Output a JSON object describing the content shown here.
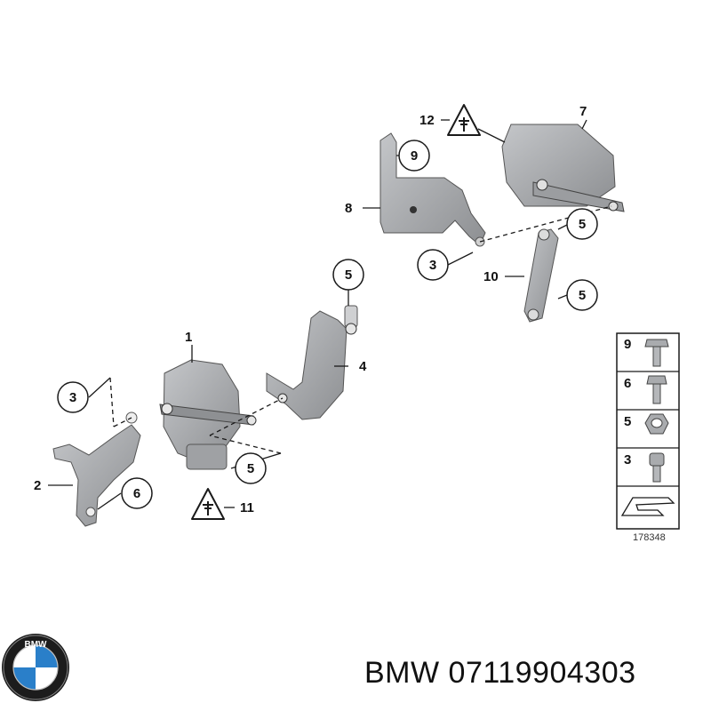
{
  "callouts": {
    "c1": "1",
    "c2": "2",
    "c3a": "3",
    "c3b": "3",
    "c4": "4",
    "c5a": "5",
    "c5b": "5",
    "c5c": "5",
    "c5d": "5",
    "c6": "6",
    "c7": "7",
    "c8": "8",
    "c9": "9",
    "c10": "10",
    "c11": "11",
    "c12": "12"
  },
  "legend": {
    "items": [
      {
        "number": "9",
        "icon": "flange-bolt-icon"
      },
      {
        "number": "6",
        "icon": "hex-bolt-icon"
      },
      {
        "number": "5",
        "icon": "hex-nut-icon"
      },
      {
        "number": "3",
        "icon": "socket-screw-icon"
      }
    ],
    "reference": "178348"
  },
  "brand": {
    "logo": "BMW",
    "caption": "BMW 07119904303"
  },
  "colors": {
    "part_fill": "#a9abae",
    "part_dark": "#6e7073",
    "line": "#1a1a1a",
    "callout_bg": "#ffffff"
  }
}
